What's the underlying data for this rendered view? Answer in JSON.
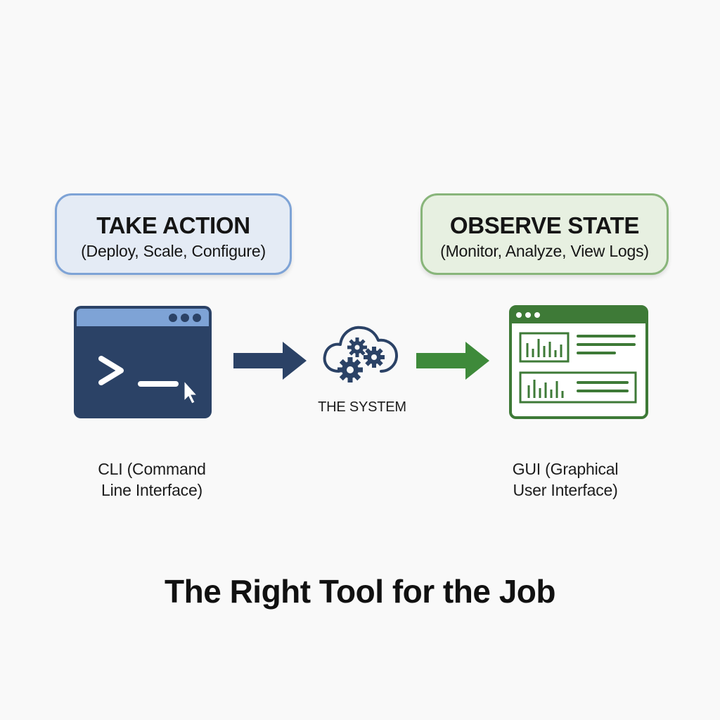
{
  "action": {
    "title": "TAKE ACTION",
    "subtitle": "(Deploy, Scale, Configure)"
  },
  "observe": {
    "title": "OBSERVE STATE",
    "subtitle": "(Monitor, Analyze, View Logs)"
  },
  "cli": {
    "caption_line1": "CLI (Command",
    "caption_line2": "Line Interface)"
  },
  "gui": {
    "caption_line1": "GUI (Graphical",
    "caption_line2": "User Interface)"
  },
  "system": {
    "label": "THE SYSTEM"
  },
  "footer": {
    "title": "The Right Tool for the Job"
  },
  "colors": {
    "cli_navy": "#2b4266",
    "cli_bar": "#7ea3d6",
    "arrow_navy": "#2b4266",
    "gui_green": "#3e7a37",
    "arrow_green": "#3e8a3a",
    "action_fill": "#e4ebf5",
    "action_border": "#7ea3d6",
    "observe_fill": "#e7f0e1",
    "observe_border": "#88b57a"
  },
  "icons": {
    "cli": "terminal-window-icon",
    "system": "cloud-gears-icon",
    "gui": "dashboard-window-icon",
    "arrow_left": "arrow-right-icon",
    "arrow_right": "arrow-right-icon"
  }
}
